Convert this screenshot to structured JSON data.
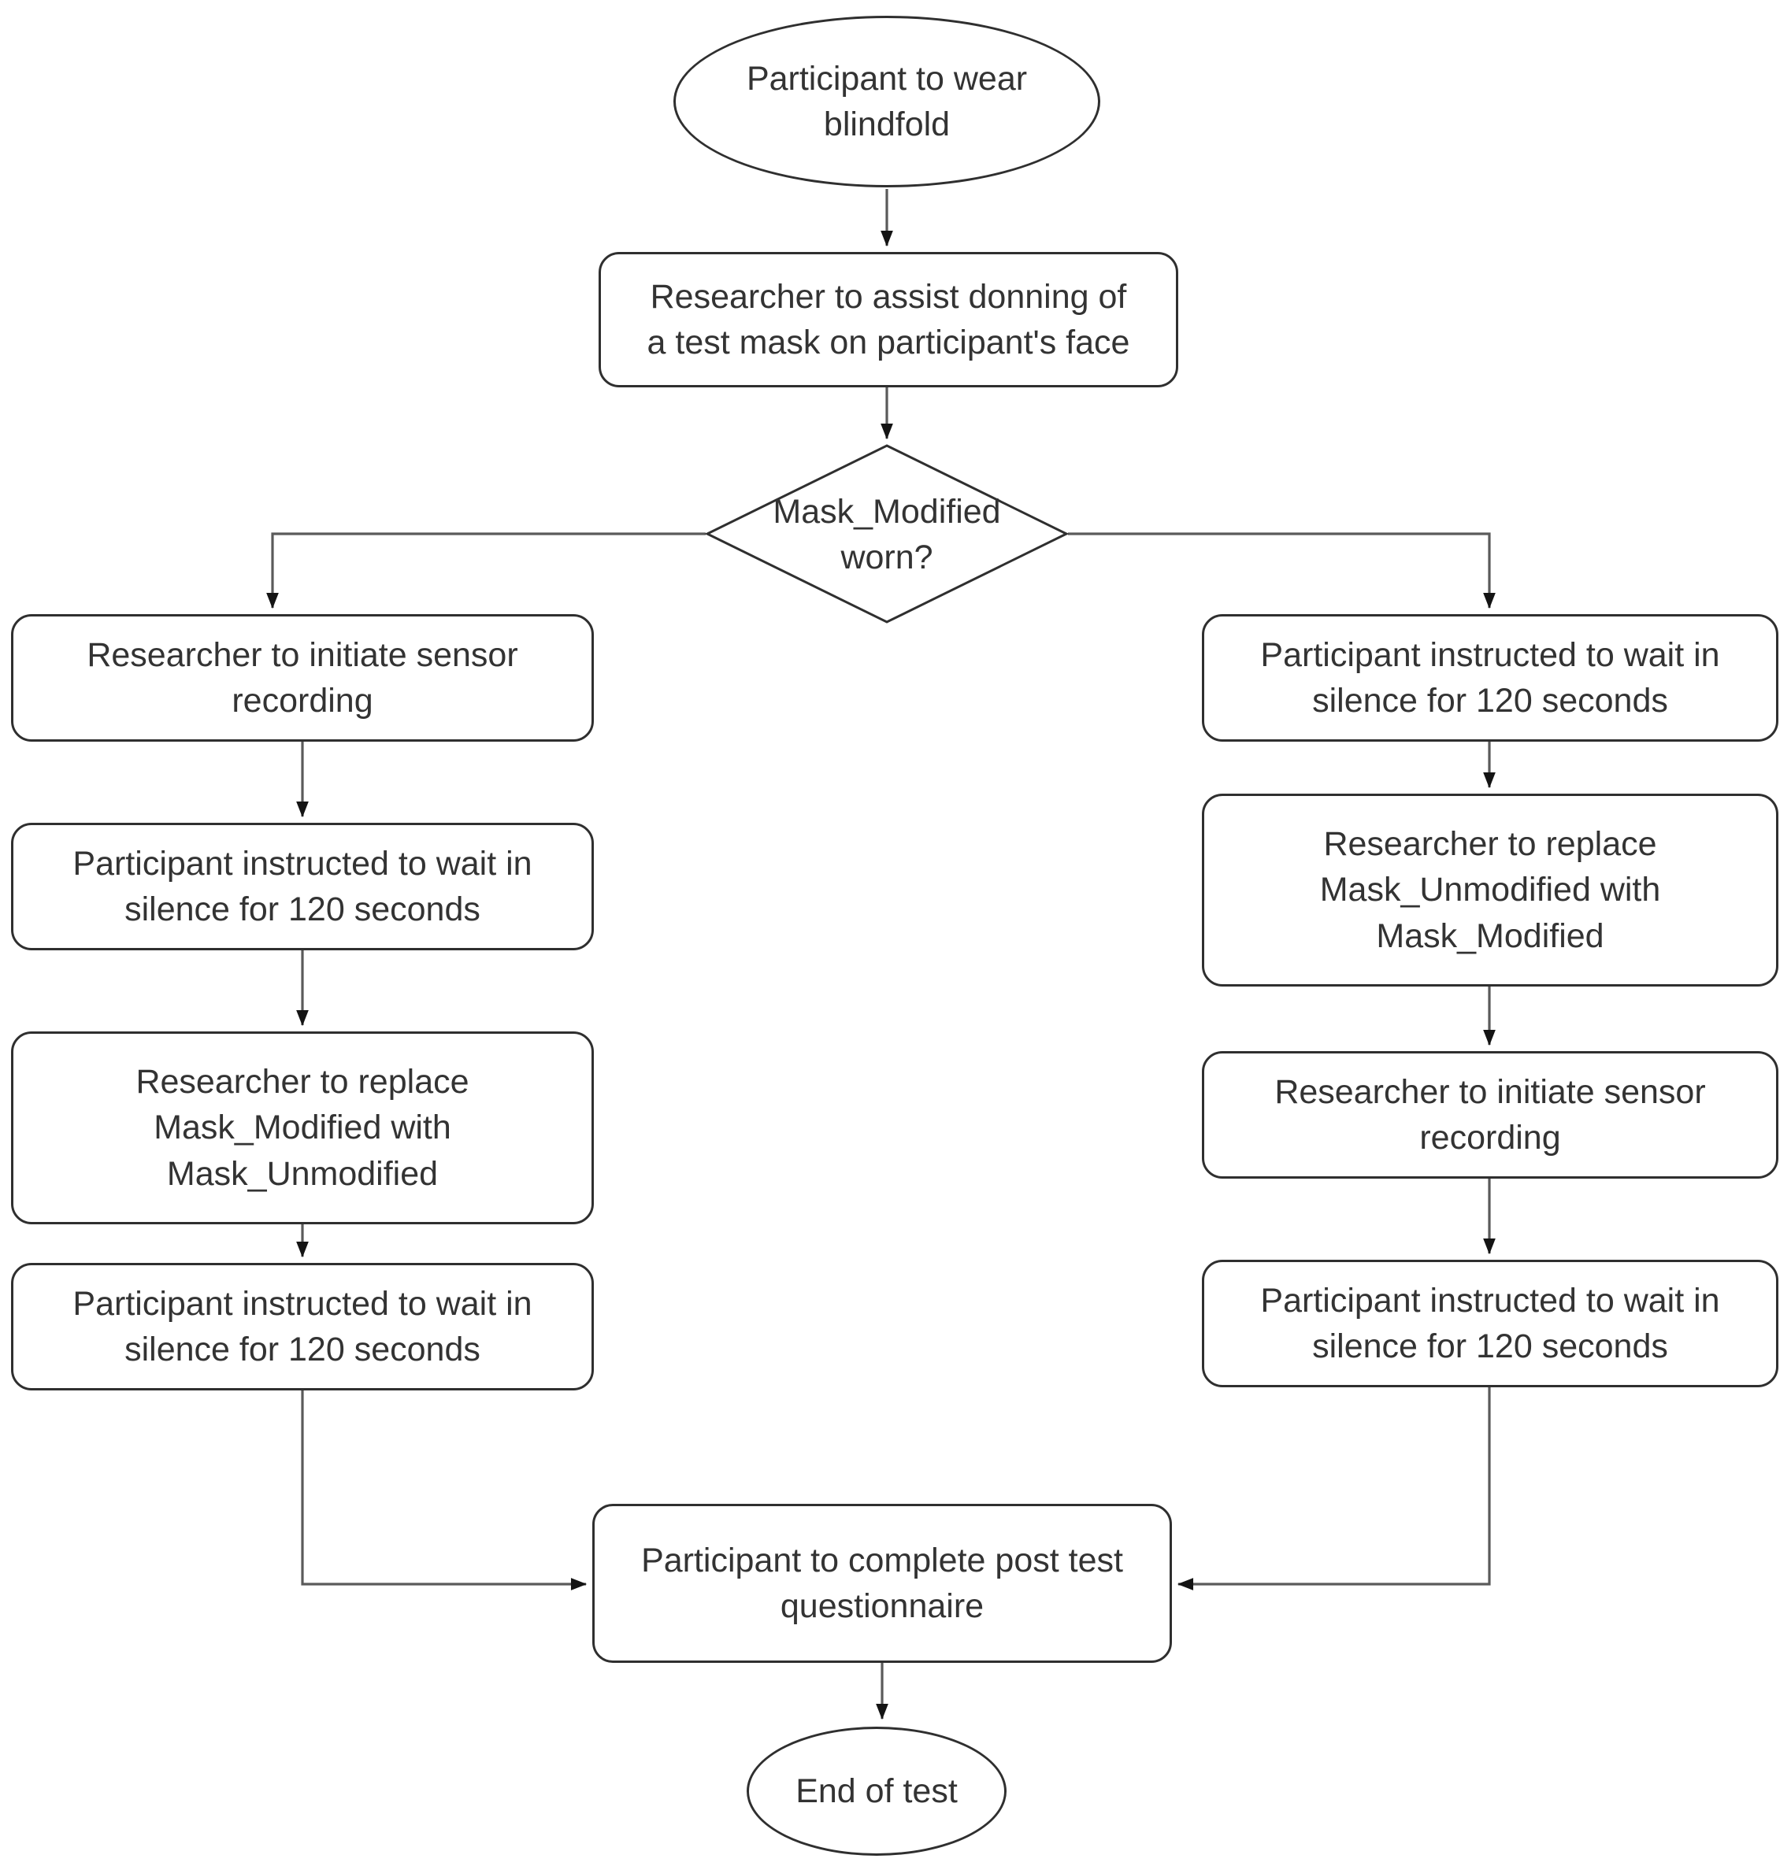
{
  "colors": {
    "bg": "#ffffff",
    "node_fill": "#ffffff",
    "node_border": "#2f2f2f",
    "connector": "#5a5a5a",
    "arrowhead": "#141414",
    "text": "#333333"
  },
  "nodes": {
    "start": {
      "shape": "ellipse",
      "label": "Participant to wear\nblindfold"
    },
    "don_mask": {
      "shape": "rounded-rect",
      "label": "Researcher to assist donning of\na test mask on participant's face"
    },
    "decision": {
      "shape": "diamond",
      "label": "Mask_Modified\nworn?"
    },
    "left_branch": [
      {
        "shape": "rounded-rect",
        "label": "Researcher to initiate sensor\nrecording"
      },
      {
        "shape": "rounded-rect",
        "label": "Participant instructed to wait in\nsilence for 120 seconds"
      },
      {
        "shape": "rounded-rect",
        "label": "Researcher to replace\nMask_Modified with\nMask_Unmodified"
      },
      {
        "shape": "rounded-rect",
        "label": "Participant instructed to wait in\nsilence for 120 seconds"
      }
    ],
    "right_branch": [
      {
        "shape": "rounded-rect",
        "label": "Participant instructed to wait in\nsilence for 120 seconds"
      },
      {
        "shape": "rounded-rect",
        "label": "Researcher to replace\nMask_Unmodified with\nMask_Modified"
      },
      {
        "shape": "rounded-rect",
        "label": "Researcher to initiate sensor\nrecording"
      },
      {
        "shape": "rounded-rect",
        "label": "Participant instructed to wait in\nsilence for 120 seconds"
      }
    ],
    "merge": {
      "shape": "rounded-rect",
      "label": "Participant to complete post test\nquestionnaire"
    },
    "end": {
      "shape": "ellipse",
      "label": "End of test"
    }
  }
}
